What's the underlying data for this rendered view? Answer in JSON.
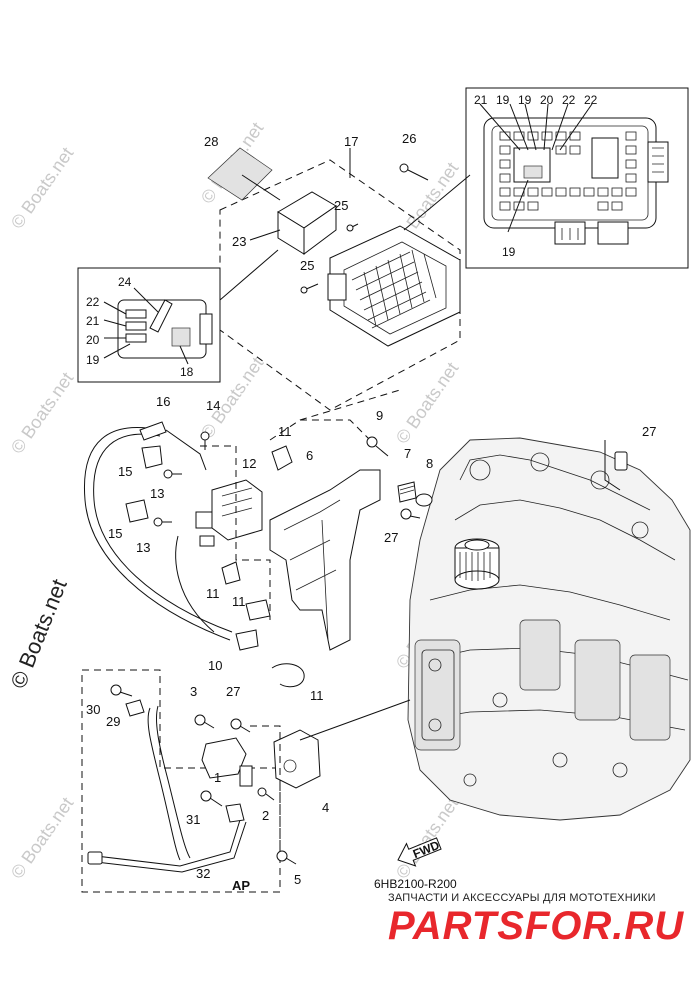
{
  "diagram": {
    "code": "6HB2100-R200",
    "fwd_label": "FWD",
    "ap_label": "AP",
    "watermark": "© Boats.net",
    "callouts": {
      "c1": "1",
      "c2": "2",
      "c3": "3",
      "c4": "4",
      "c5": "5",
      "c6": "6",
      "c7": "7",
      "c8": "8",
      "c9": "9",
      "c10": "10",
      "c11a": "11",
      "c11b": "11",
      "c11c": "11",
      "c11d": "11",
      "c12": "12",
      "c13a": "13",
      "c13b": "13",
      "c14": "14",
      "c15a": "15",
      "c15b": "15",
      "c16": "16",
      "c17": "17",
      "c18": "18",
      "c19a": "19",
      "c19b": "19",
      "c19c": "19",
      "c20a": "20",
      "c20b": "20",
      "c21a": "21",
      "c21b": "21",
      "c22a": "22",
      "c22b": "22",
      "c22c": "22",
      "c23": "23",
      "c24": "24",
      "c25a": "25",
      "c25b": "25",
      "c26": "26",
      "c27a": "27",
      "c27b": "27",
      "c27c": "27",
      "c28": "28",
      "c29": "29",
      "c30": "30",
      "c31": "31",
      "c32": "32"
    }
  },
  "ad": {
    "tagline": "ЗАПЧАСТИ И АКСЕССУАРЫ ДЛЯ МОТОТЕХНИКИ",
    "brand": "PARTSFOR.RU"
  }
}
